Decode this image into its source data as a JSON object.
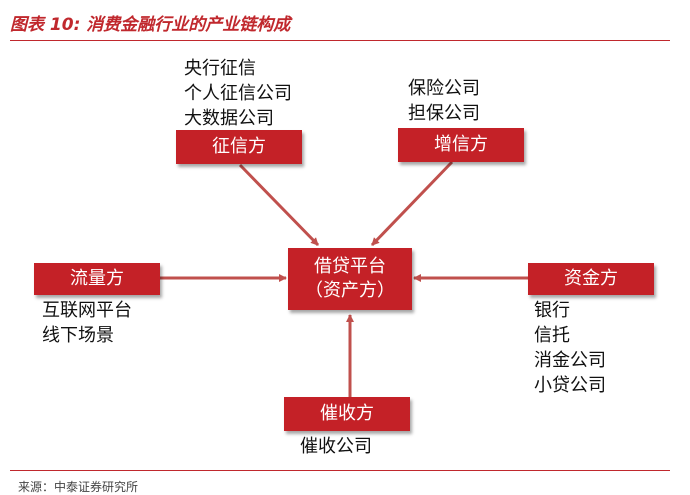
{
  "header": {
    "title": "图表 10:  消费金融行业的产业链构成"
  },
  "colors": {
    "accent": "#c42127",
    "arrow": "#c0504d"
  },
  "nodes": {
    "center": {
      "line1": "借贷平台",
      "line2": "（资产方）"
    },
    "credit": {
      "label": "征信方"
    },
    "enhance": {
      "label": "增信方"
    },
    "traffic": {
      "label": "流量方"
    },
    "funding": {
      "label": "资金方"
    },
    "collection": {
      "label": "催收方"
    }
  },
  "lists": {
    "credit": [
      "央行征信",
      "个人征信公司",
      "大数据公司"
    ],
    "enhance": [
      "保险公司",
      "担保公司"
    ],
    "traffic": [
      "互联网平台",
      "线下场景"
    ],
    "funding": [
      "银行",
      "信托",
      "消金公司",
      "小贷公司"
    ],
    "collection": [
      "催收公司"
    ]
  },
  "footer": {
    "source": "来源：中泰证券研究所"
  }
}
